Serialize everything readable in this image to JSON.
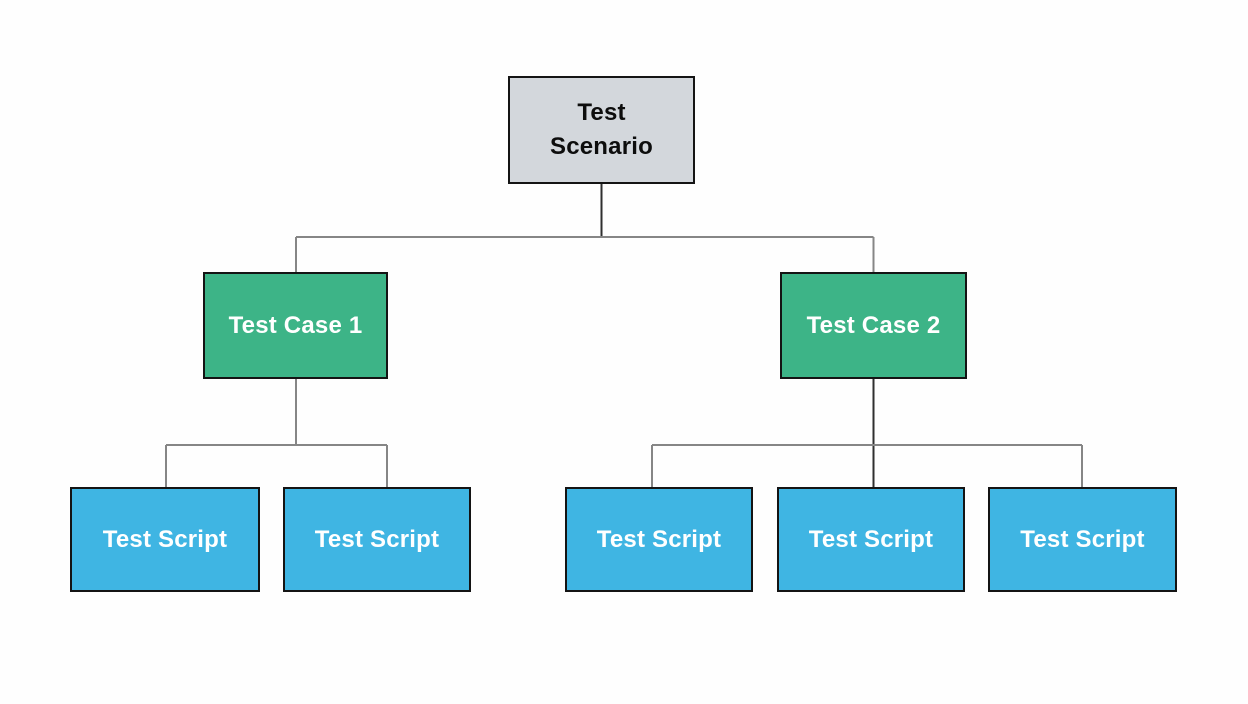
{
  "diagram": {
    "nodes": {
      "scenario": {
        "label": "Test Scenario",
        "level": 1
      },
      "case1": {
        "label": "Test Case 1",
        "level": 2
      },
      "case2": {
        "label": "Test Case 2",
        "level": 2
      },
      "script1": {
        "label": "Test Script",
        "level": 3
      },
      "script2": {
        "label": "Test Script",
        "level": 3
      },
      "script3": {
        "label": "Test Script",
        "level": 3
      },
      "script4": {
        "label": "Test Script",
        "level": 3
      },
      "script5": {
        "label": "Test Script",
        "level": 3
      }
    },
    "hierarchy": [
      {
        "parent": "Test Scenario",
        "children": [
          "Test Case 1",
          "Test Case 2"
        ]
      },
      {
        "parent": "Test Case 1",
        "children": [
          "Test Script",
          "Test Script"
        ]
      },
      {
        "parent": "Test Case 2",
        "children": [
          "Test Script",
          "Test Script",
          "Test Script"
        ]
      }
    ]
  },
  "colors": {
    "canvas-bg": "#fefefe",
    "scenario-fill": "#d3d7dc",
    "case-fill": "#3db487",
    "script-fill": "#3fb5e3",
    "node-border": "#141414",
    "scenario-text": "#0d0d0d",
    "node-text": "#ffffff",
    "connector-gray": "#868686",
    "connector-dark": "#2f2f2f"
  }
}
